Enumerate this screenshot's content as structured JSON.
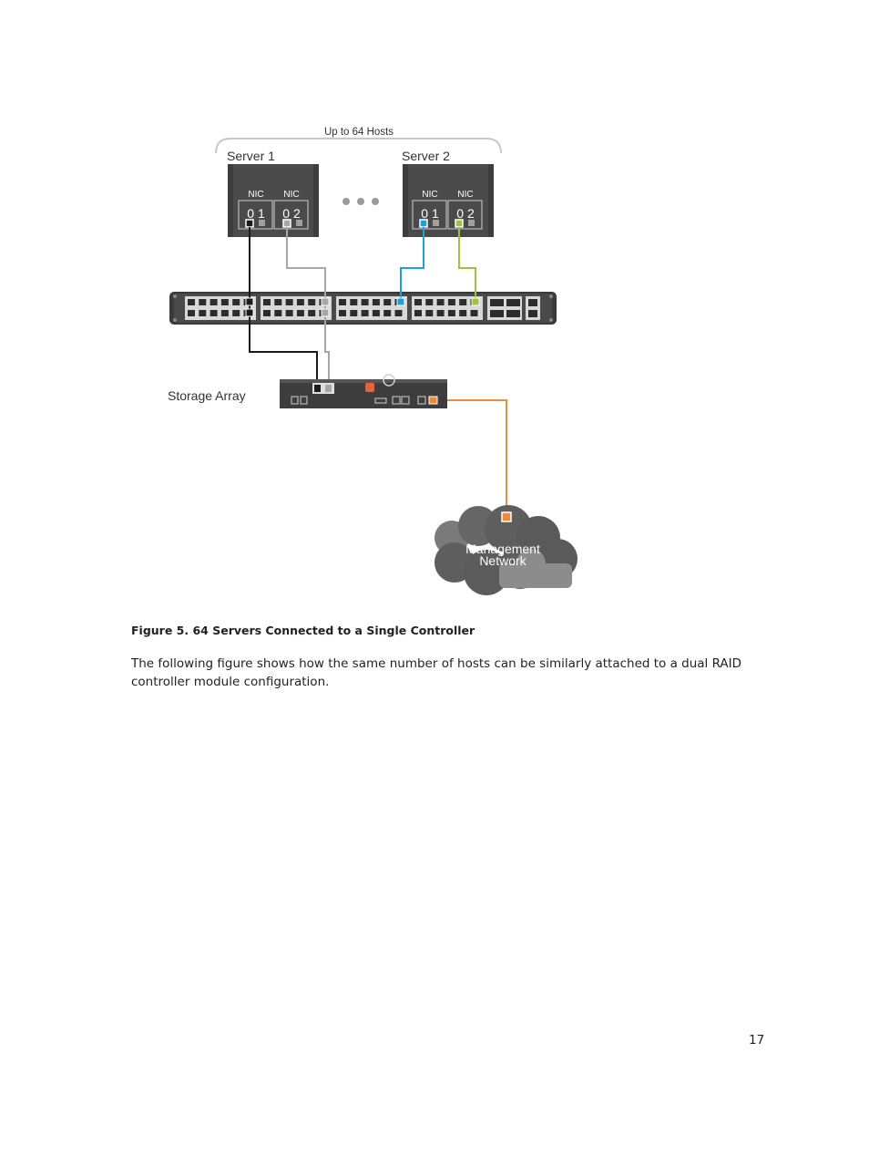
{
  "diagram": {
    "hosts_label": "Up to 64 Hosts",
    "server1": {
      "label": "Server 1",
      "nic_a": "NIC",
      "nic_b": "NIC",
      "port_a": "0 1",
      "port_b": "0 2"
    },
    "server2": {
      "label": "Server 2",
      "nic_a": "NIC",
      "nic_b": "NIC",
      "port_a": "0 1",
      "port_b": "0 2"
    },
    "storage_label": "Storage Array",
    "cloud_line1": "Management",
    "cloud_line2": "Network",
    "colors": {
      "server1_port1": "#1a1a1a",
      "server1_port2": "#a6a6a6",
      "server2_port1": "#1ba1dc",
      "server2_port2": "#9dc43c",
      "management": "#ee8a3c"
    }
  },
  "caption": "Figure 5. 64 Servers Connected to a Single Controller",
  "body_text": "The following figure shows how the same number of hosts can be similarly attached to a dual RAID controller module configuration.",
  "page_number": "17"
}
